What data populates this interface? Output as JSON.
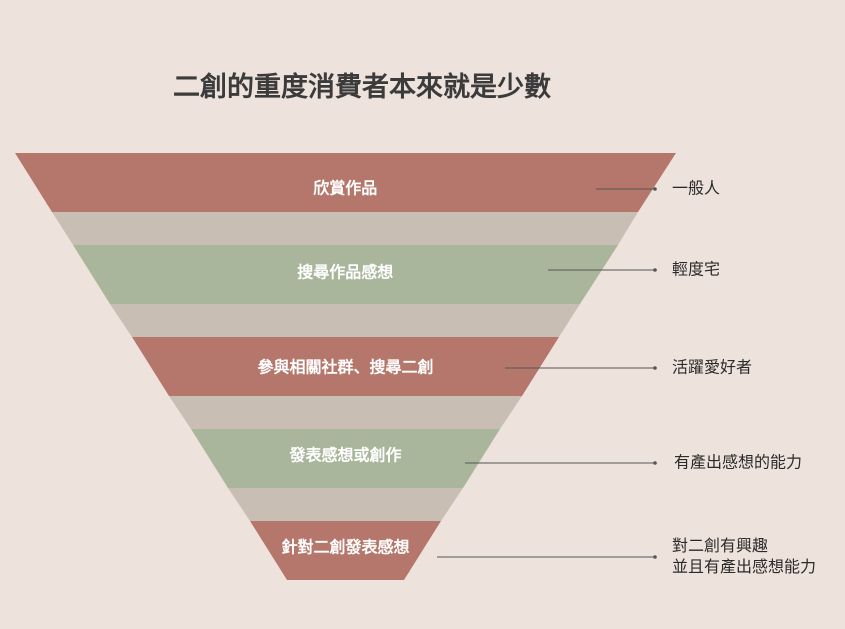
{
  "title": "二創的重度消費者本來就是少數",
  "colors": {
    "background": "#eee3dc",
    "red_tier": "#b5776b",
    "green_tier": "#a9b69b",
    "connector": "#c9beb3",
    "leader_line": "#555555"
  },
  "tiers": [
    {
      "label": "欣賞作品",
      "side_label": [
        "一般人"
      ],
      "color": "red"
    },
    {
      "label": "搜尋作品感想",
      "side_label": [
        "輕度宅"
      ],
      "color": "green"
    },
    {
      "label": "參與相關社群、搜尋二創",
      "side_label": [
        "活躍愛好者"
      ],
      "color": "red"
    },
    {
      "label": "發表感想或創作",
      "side_label": [
        "有產出感想的能力"
      ],
      "color": "green"
    },
    {
      "label": "針對二創發表感想",
      "side_label": [
        "對二創有興趣",
        "並且有產出感想能力"
      ],
      "color": "red"
    }
  ]
}
